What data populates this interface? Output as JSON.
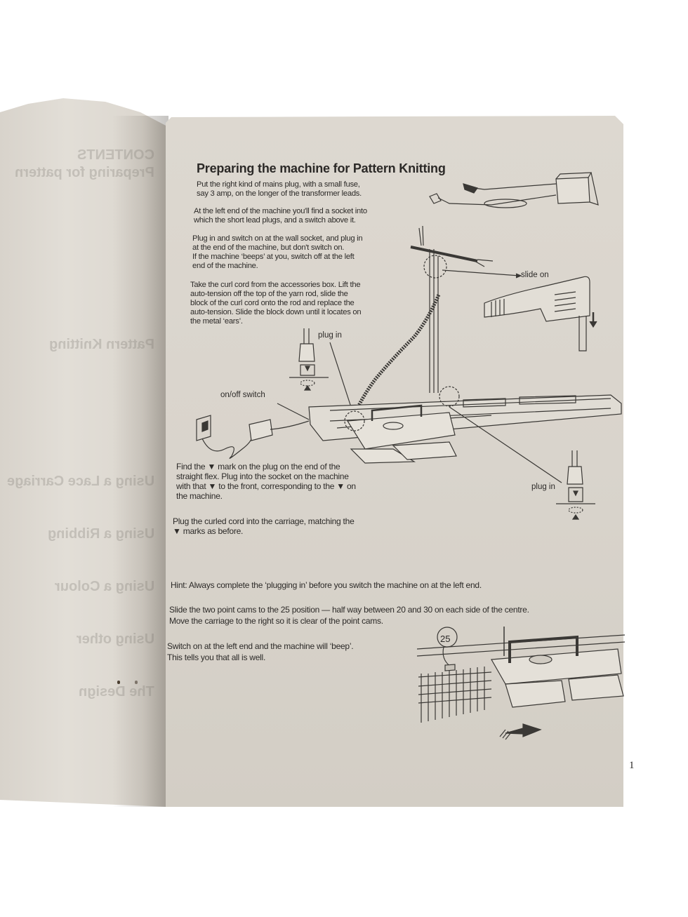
{
  "document": {
    "left_page_ghost_text": [
      "CONTENTS",
      "Preparing for pattern",
      "Pattern Knitting",
      "Using a Lace Carriage",
      "Using a Ribbing",
      "Using a Colour",
      "Using other",
      "The Design"
    ],
    "title": "Preparing the machine for Pattern Knitting",
    "paragraphs": [
      [
        "Put the right kind of mains plug, with a small fuse,",
        "say 3 amp, on the longer of the transformer leads."
      ],
      [
        "At the left end of the machine you'll find a socket into",
        "which the short lead plugs, and a switch above it."
      ],
      [
        "Plug in and switch on at the wall socket, and plug in",
        "at the end of the machine, but don't switch on.",
        "If the machine ‘beeps’ at you, switch off at the left",
        "end of the machine."
      ],
      [
        "Take the curl cord from the accessories box. Lift the",
        "auto-tension off the top of the yarn rod, slide the",
        "block of the curl cord onto the rod and replace the",
        "auto-tension. Slide the block down until it locates on",
        "the metal ‘ears’."
      ],
      [
        "Find the ▼ mark on the plug on the end of the",
        "straight flex. Plug into the socket on the machine",
        "with that ▼ to the front, corresponding to the ▼ on",
        "the machine."
      ],
      [
        "Plug the curled cord into the carriage, matching the",
        "▼ marks as before."
      ]
    ],
    "hint": "Hint: Always complete the ‘plugging in’ before you switch the machine on at the left end.",
    "point_cams": [
      "Slide the two point cams to the 25 position — half way between 20 and 30 on each side of the centre.",
      "Move the carriage to the right so it is clear of the point cams."
    ],
    "switch_on": [
      "Switch on at the left end and the machine will ‘beep’.",
      "This tells you that all is well."
    ],
    "labels": {
      "slide_on": "slide on",
      "plug_in_top": "plug in",
      "on_off_switch": "on/off switch",
      "plug_in_right": "plug in",
      "cam_position": "25"
    },
    "page_number": "1"
  },
  "colors": {
    "page": "#d9d4cc",
    "ink": "#2c2a28",
    "background": "#ffffff"
  }
}
